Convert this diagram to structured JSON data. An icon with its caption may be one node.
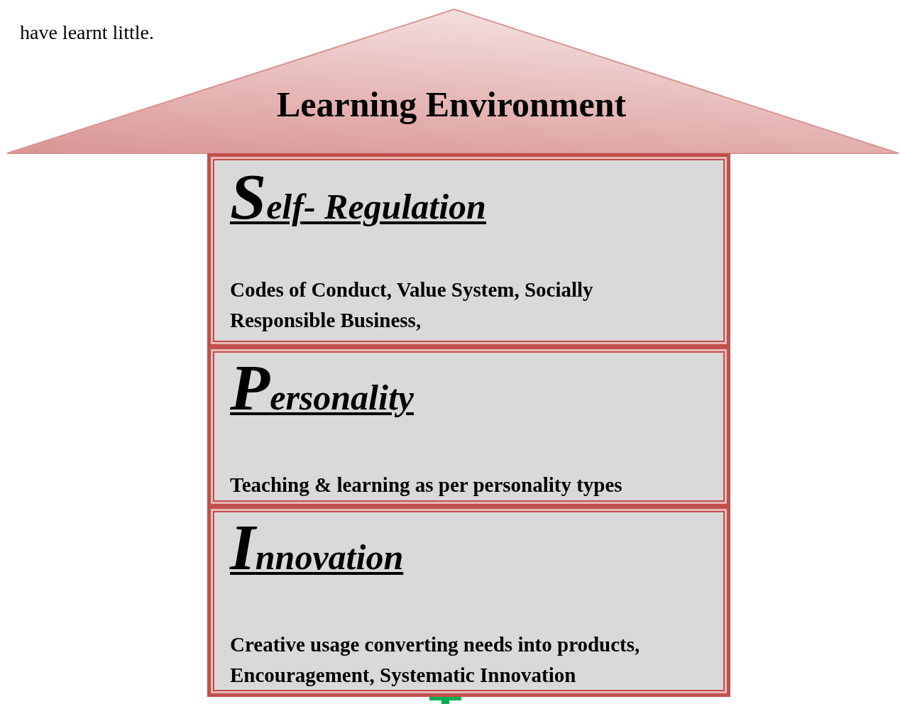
{
  "diagram": {
    "nodes": [
      {
        "text": [
          "Learning Environment"
        ]
      },
      {
        "text": [
          "Self- Regulation",
          "Codes of Conduct, Value System, Socially Responsible Business,"
        ]
      },
      {
        "text": [
          "Personality",
          "Teaching & learning as per personality types"
        ]
      },
      {
        "text": [
          "Innovation",
          "Creative usage converting needs into products, Encouragement, Systematic Innovation"
        ]
      }
    ],
    "labels": [
      "have learnt little."
    ]
  }
}
